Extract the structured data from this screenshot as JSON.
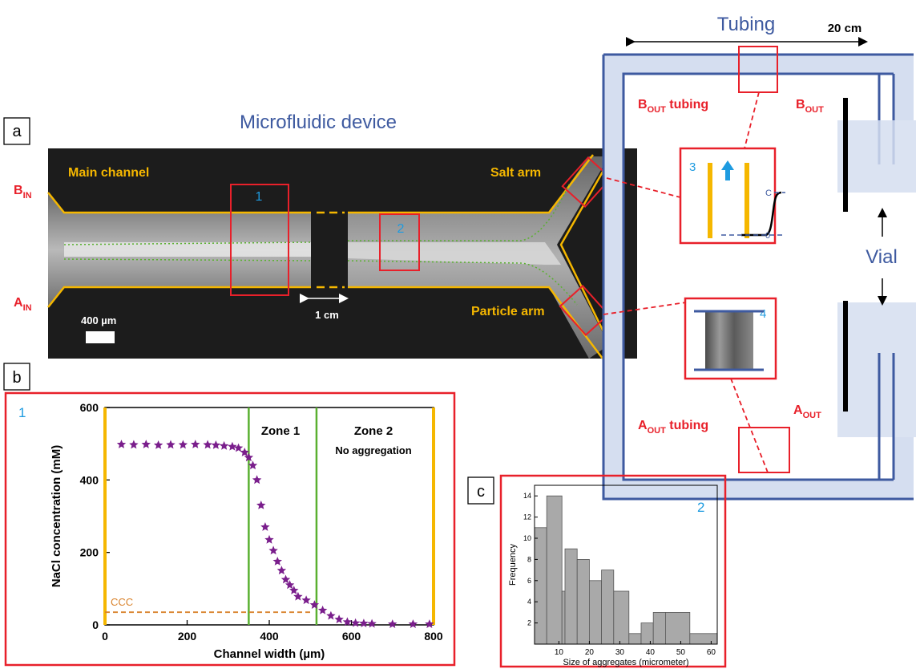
{
  "panel_a": {
    "tag": "a",
    "title": "Microfluidic device",
    "main_channel": "Main channel",
    "salt_arm": "Salt arm",
    "particle_arm": "Particle arm",
    "b_in": {
      "base": "B",
      "sub": "IN"
    },
    "a_in": {
      "base": "A",
      "sub": "IN"
    },
    "scale_400": "400 µm",
    "scale_1cm": "1 cm",
    "box1": "1",
    "box2": "2",
    "box3": "3",
    "box4": "4",
    "inset3_c": "C",
    "inset3_0": "0",
    "tubing": "Tubing",
    "scale_20cm": "20 cm",
    "b_out_tubing": {
      "base": "B",
      "sub": "OUT",
      "rest": " tubing"
    },
    "a_out_tubing": {
      "base": "A",
      "sub": "OUT",
      "rest": " tubing"
    },
    "b_out": {
      "base": "B",
      "sub": "OUT"
    },
    "a_out": {
      "base": "A",
      "sub": "OUT"
    },
    "vial": "Vial"
  },
  "panel_b": {
    "tag": "b",
    "box_number": "1",
    "zone1": "Zone 1",
    "zone2": "Zone 2",
    "zone2_note": "No aggregation",
    "ccc": "CCC"
  },
  "panel_c": {
    "tag": "c",
    "box_number": "2"
  },
  "colors": {
    "red": "#e8202a",
    "gold": "#f5b700",
    "blue_tubing": "#3e5aa0",
    "tubing_fill": "#d5def0",
    "cyan": "#1e9be0",
    "purple": "#7a1e8c",
    "green": "#5ab030",
    "orange_dash": "#d9822b"
  },
  "chart_data": [
    {
      "type": "scatter",
      "title": "",
      "xlabel": "Channel width (µm)",
      "ylabel": "NaCl concentration (mM)",
      "xlim": [
        0,
        800
      ],
      "ylim": [
        0,
        600
      ],
      "xticks": [
        0,
        200,
        400,
        600,
        800
      ],
      "yticks": [
        0,
        200,
        400,
        600
      ],
      "grid": false,
      "x": [
        40,
        70,
        100,
        130,
        160,
        190,
        220,
        250,
        270,
        290,
        310,
        325,
        340,
        350,
        360,
        370,
        380,
        390,
        400,
        410,
        420,
        430,
        440,
        450,
        460,
        470,
        490,
        510,
        530,
        550,
        570,
        590,
        610,
        630,
        650,
        700,
        750,
        790
      ],
      "y": [
        498,
        497,
        498,
        496,
        497,
        497,
        498,
        497,
        496,
        494,
        492,
        488,
        476,
        462,
        440,
        400,
        330,
        270,
        235,
        205,
        175,
        150,
        125,
        110,
        95,
        78,
        68,
        55,
        40,
        25,
        15,
        8,
        5,
        4,
        3,
        2,
        2,
        2
      ],
      "vlines": [
        350,
        515,
        800
      ],
      "hline_ccc": 35
    },
    {
      "type": "bar",
      "title": "",
      "xlabel": "Size of aggregates (micrometer)",
      "ylabel": "Frequency",
      "xlim": [
        2,
        62
      ],
      "ylim": [
        0,
        15
      ],
      "xticks": [
        10,
        20,
        30,
        40,
        50,
        60
      ],
      "yticks": [
        2,
        4,
        6,
        8,
        10,
        12,
        14
      ],
      "bin_edges": [
        2,
        6,
        11,
        12,
        16,
        20,
        24,
        28,
        33,
        37,
        41,
        45,
        53,
        62
      ],
      "values": [
        11,
        14,
        5,
        9,
        8,
        6,
        7,
        5,
        1,
        2,
        3,
        3,
        1
      ]
    }
  ]
}
